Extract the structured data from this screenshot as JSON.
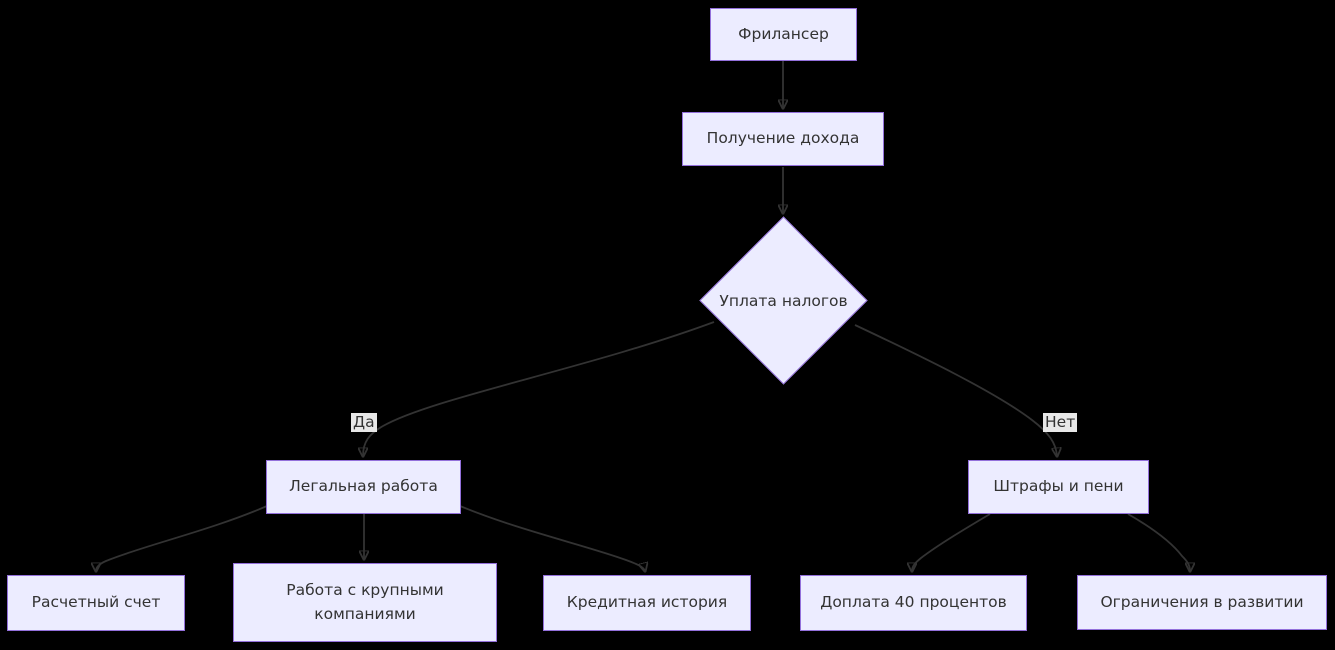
{
  "diagram": {
    "type": "flowchart",
    "direction": "top-down",
    "colors": {
      "background": "#000000",
      "node_fill": "#ECECFF",
      "node_border": "#9370DB",
      "node_text": "#333333",
      "edge_stroke": "#333333",
      "edge_label_bg": "#e8e8e8"
    },
    "nodes": [
      {
        "id": "freelancer",
        "label": "Фрилансер",
        "shape": "rect"
      },
      {
        "id": "income",
        "label": "Получение дохода",
        "shape": "rect"
      },
      {
        "id": "tax-decision",
        "label": "Уплата налогов",
        "shape": "diamond"
      },
      {
        "id": "legal-work",
        "label": "Легальная работа",
        "shape": "rect"
      },
      {
        "id": "fines",
        "label": "Штрафы и пени",
        "shape": "rect"
      },
      {
        "id": "bank-account",
        "label": "Расчетный счет",
        "shape": "rect"
      },
      {
        "id": "big-companies",
        "label": "Работа с крупными компаниями",
        "shape": "rect"
      },
      {
        "id": "credit-history",
        "label": "Кредитная история",
        "shape": "rect"
      },
      {
        "id": "surcharge",
        "label": "Доплата 40 процентов",
        "shape": "rect"
      },
      {
        "id": "growth-limits",
        "label": "Ограничения в развитии",
        "shape": "rect"
      }
    ],
    "edges": [
      {
        "from": "Фрилансер",
        "to": "Получение дохода",
        "label": ""
      },
      {
        "from": "Получение дохода",
        "to": "Уплата налогов",
        "label": ""
      },
      {
        "from": "Уплата налогов",
        "to": "Легальная работа",
        "label": "Да"
      },
      {
        "from": "Уплата налогов",
        "to": "Штрафы и пени",
        "label": "Нет"
      },
      {
        "from": "Легальная работа",
        "to": "Расчетный счет",
        "label": ""
      },
      {
        "from": "Легальная работа",
        "to": "Работа с крупными компаниями",
        "label": ""
      },
      {
        "from": "Легальная работа",
        "to": "Кредитная история",
        "label": ""
      },
      {
        "from": "Штрафы и пени",
        "to": "Доплата 40 процентов",
        "label": ""
      },
      {
        "from": "Штрафы и пени",
        "to": "Ограничения в развитии",
        "label": ""
      }
    ]
  }
}
